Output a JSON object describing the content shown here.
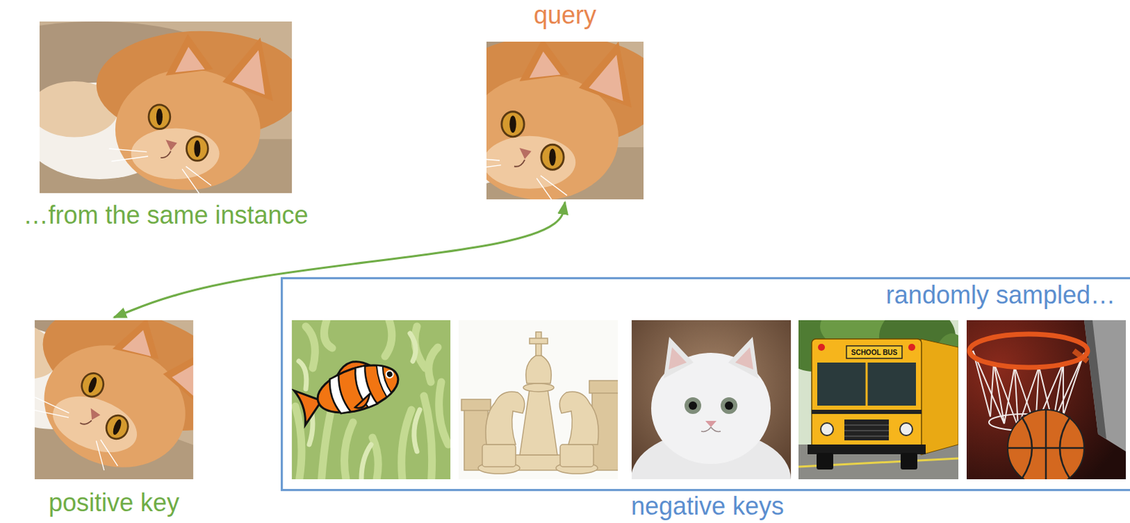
{
  "diagram": {
    "nodes": [
      {
        "text": [
          "…from the same instance"
        ]
      },
      {
        "text": [
          "query"
        ]
      },
      {
        "text": [
          "positive key"
        ]
      },
      {
        "text": [
          "randomly sampled…",
          "negative keys"
        ]
      }
    ],
    "edges": [
      {
        "from": 1,
        "to": 2,
        "arrow": "both"
      }
    ],
    "labels": [
      "SCHOOL BUS"
    ]
  }
}
